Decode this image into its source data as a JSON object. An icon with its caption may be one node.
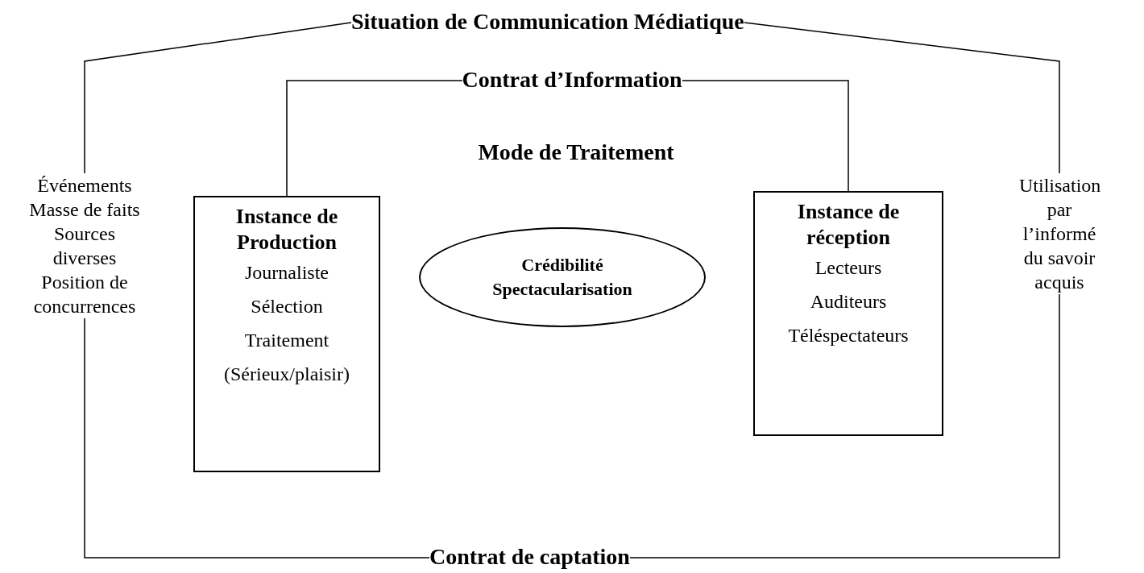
{
  "diagram": {
    "nodes": [
      {
        "text": [
          "Situation de Communication Médiatique"
        ]
      },
      {
        "text": [
          "Contrat d’Information"
        ]
      },
      {
        "text": [
          "Événements",
          "Masse de faits",
          "Sources diverses",
          "Position de concurrences"
        ]
      },
      {
        "text": [
          "Instance de Production",
          "Journaliste",
          "Sélection",
          "Traitement",
          "(Sérieux/plaisir)"
        ]
      },
      {
        "text": [
          "Crédibilité",
          "Spectacularisation"
        ]
      },
      {
        "text": [
          "Instance de réception",
          "Lecteurs",
          "Auditeurs",
          "Téléspectateurs"
        ]
      },
      {
        "text": [
          "Utilisation par l’informé du savoir acquis"
        ]
      },
      {
        "text": [
          "Contrat de captation"
        ]
      }
    ],
    "edges": [
      {
        "from": 0,
        "to": 2,
        "arrow": "none"
      },
      {
        "from": 0,
        "to": 6,
        "arrow": "none"
      },
      {
        "from": 1,
        "to": 3,
        "arrow": "none"
      },
      {
        "from": 1,
        "to": 5,
        "arrow": "none"
      },
      {
        "from": 7,
        "to": 2,
        "arrow": "none"
      },
      {
        "from": 7,
        "to": 6,
        "arrow": "none"
      }
    ],
    "labels": [
      "Mode de Traitement"
    ]
  }
}
